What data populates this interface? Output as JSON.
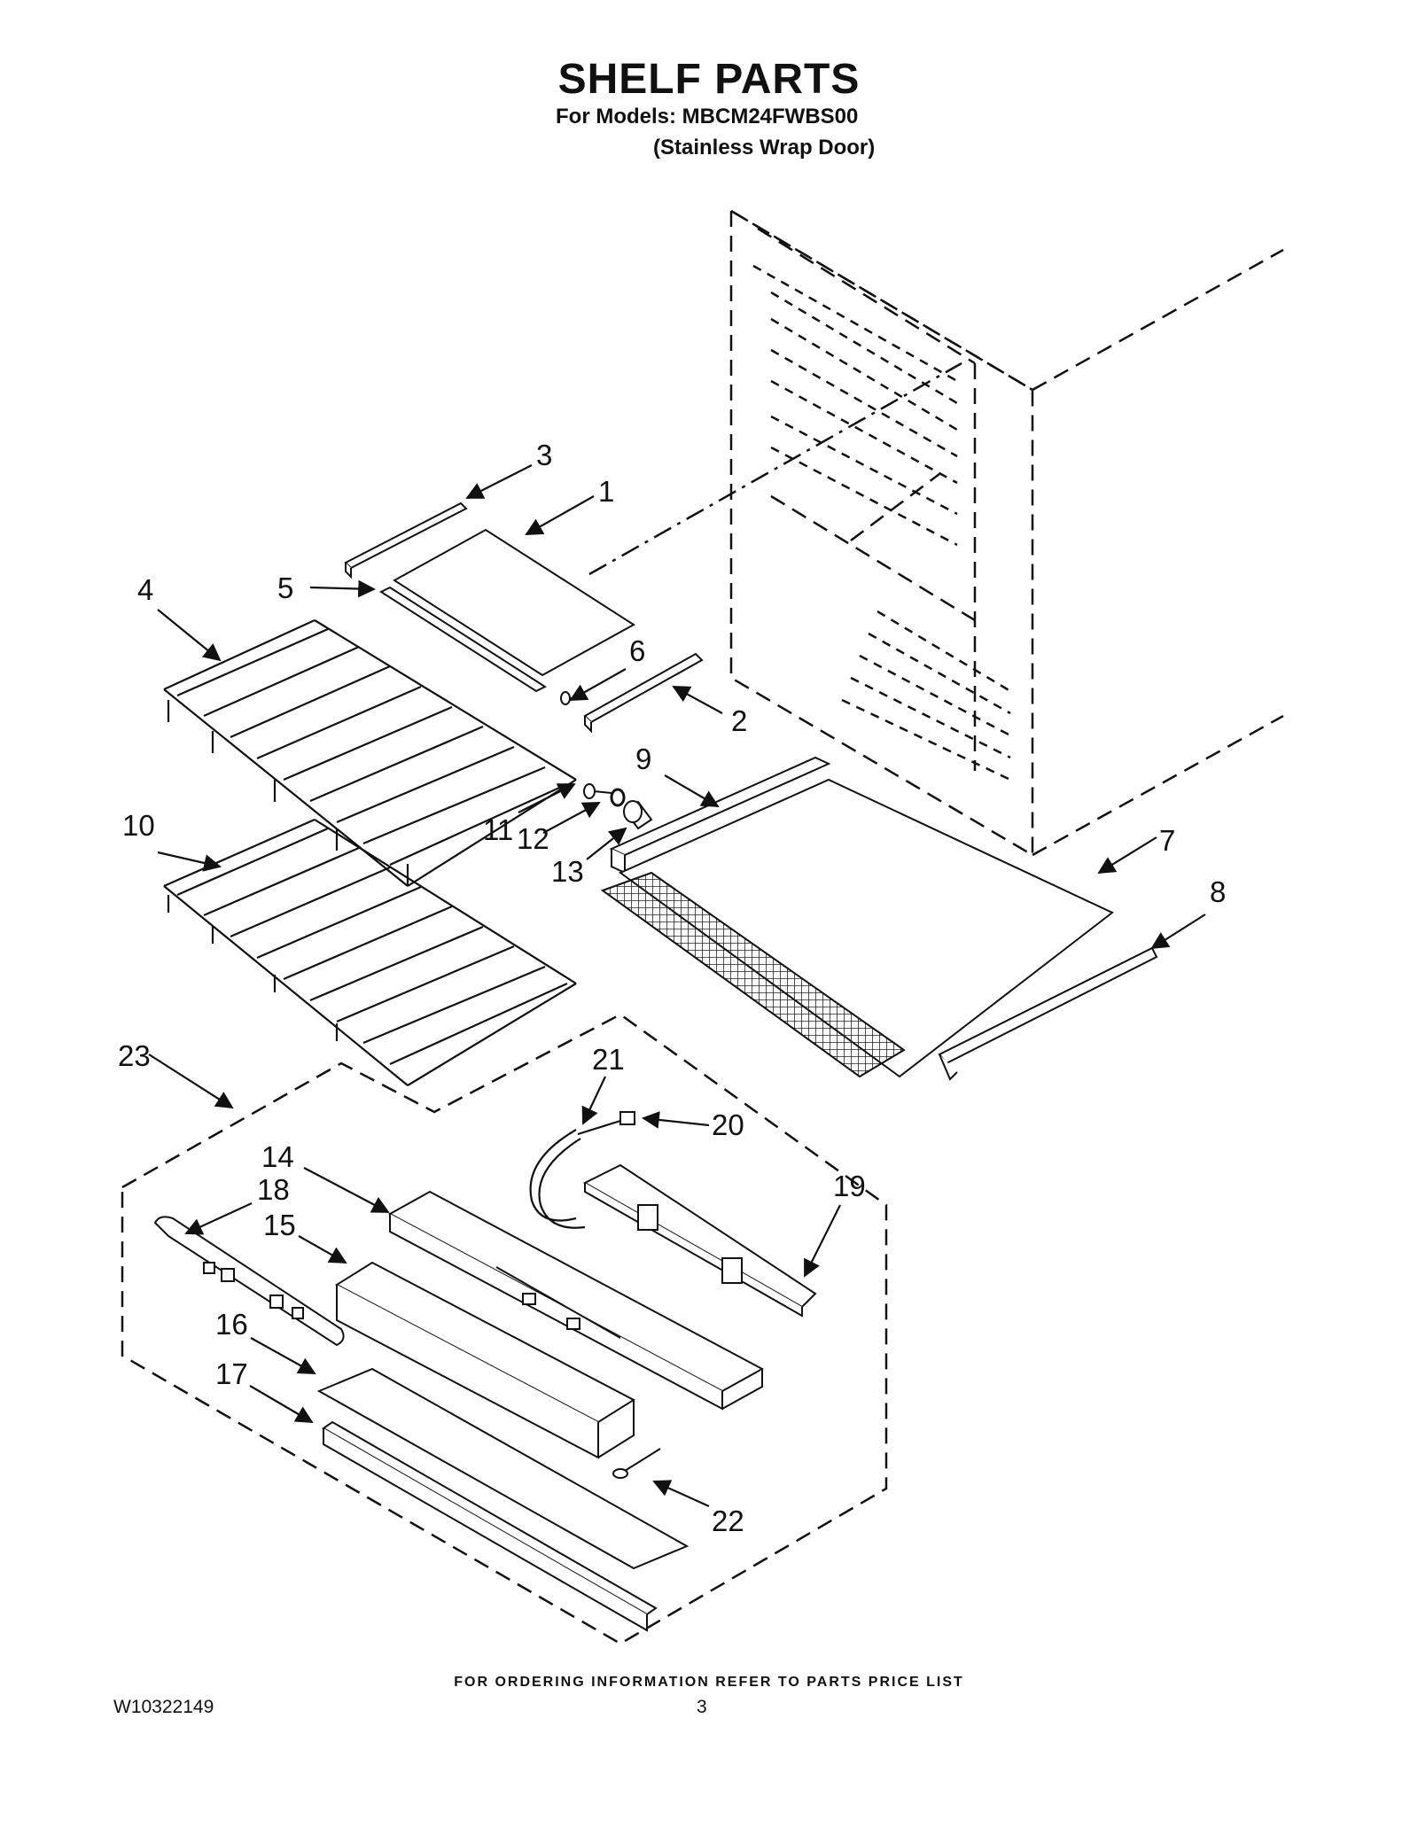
{
  "header": {
    "title": "SHELF PARTS",
    "models_line": "For Models: MBCM24FWBS00",
    "variant_line": "(Stainless Wrap Door)"
  },
  "callouts": [
    "1",
    "2",
    "3",
    "4",
    "5",
    "6",
    "7",
    "8",
    "9",
    "10",
    "11",
    "12",
    "13",
    "14",
    "15",
    "16",
    "17",
    "18",
    "19",
    "20",
    "21",
    "22",
    "23"
  ],
  "footer": {
    "ordering_note": "FOR ORDERING INFORMATION REFER TO PARTS PRICE LIST",
    "document_number": "W10322149",
    "page_number": "3"
  }
}
